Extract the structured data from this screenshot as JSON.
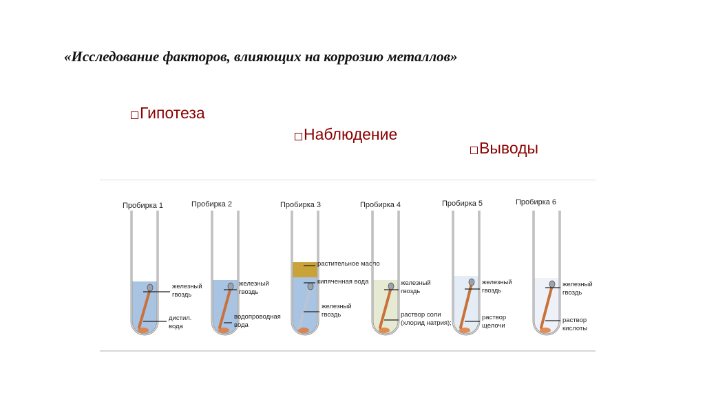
{
  "title": "«Исследование факторов, влияющих на коррозию металлов»",
  "bullets": [
    "Гипотеза",
    "Наблюдение",
    "Выводы"
  ],
  "colors": {
    "title": "#111111",
    "bullet": "#8b0000",
    "water": "#a9c3e3",
    "oil": "#c9a23a",
    "salt_solution": "#e6ead2",
    "alkali_solution": "#e4ecf6",
    "acid_solution": "#eef2f8",
    "rust": "#e07a3a"
  },
  "tubes": [
    {
      "name": "Пробирка 1",
      "labels": [
        {
          "lines": [
            "железный",
            "гвоздь"
          ]
        },
        {
          "lines": [
            "дистил.",
            "вода"
          ]
        }
      ]
    },
    {
      "name": "Пробирка 2",
      "labels": [
        {
          "lines": [
            "железный",
            "гвоздь"
          ]
        },
        {
          "lines": [
            "водопроводная",
            "вода"
          ]
        }
      ]
    },
    {
      "name": "Пробирка 3",
      "labels": [
        {
          "lines": [
            "растительное масло"
          ]
        },
        {
          "lines": [
            "кипяченная вода"
          ]
        },
        {
          "lines": [
            "железный",
            "гвоздь"
          ]
        }
      ]
    },
    {
      "name": "Пробирка 4",
      "labels": [
        {
          "lines": [
            "железный",
            "гвоздь"
          ]
        },
        {
          "lines": [
            "раствор соли",
            "(хлорид натрия);"
          ]
        }
      ]
    },
    {
      "name": "Пробирка 5",
      "labels": [
        {
          "lines": [
            "железный",
            "гвоздь"
          ]
        },
        {
          "lines": [
            "раствор",
            "щелочи"
          ]
        }
      ]
    },
    {
      "name": "Пробирка 6",
      "labels": [
        {
          "lines": [
            "железный",
            "гвоздь"
          ]
        },
        {
          "lines": [
            "раствор",
            "кислоты"
          ]
        }
      ]
    }
  ]
}
